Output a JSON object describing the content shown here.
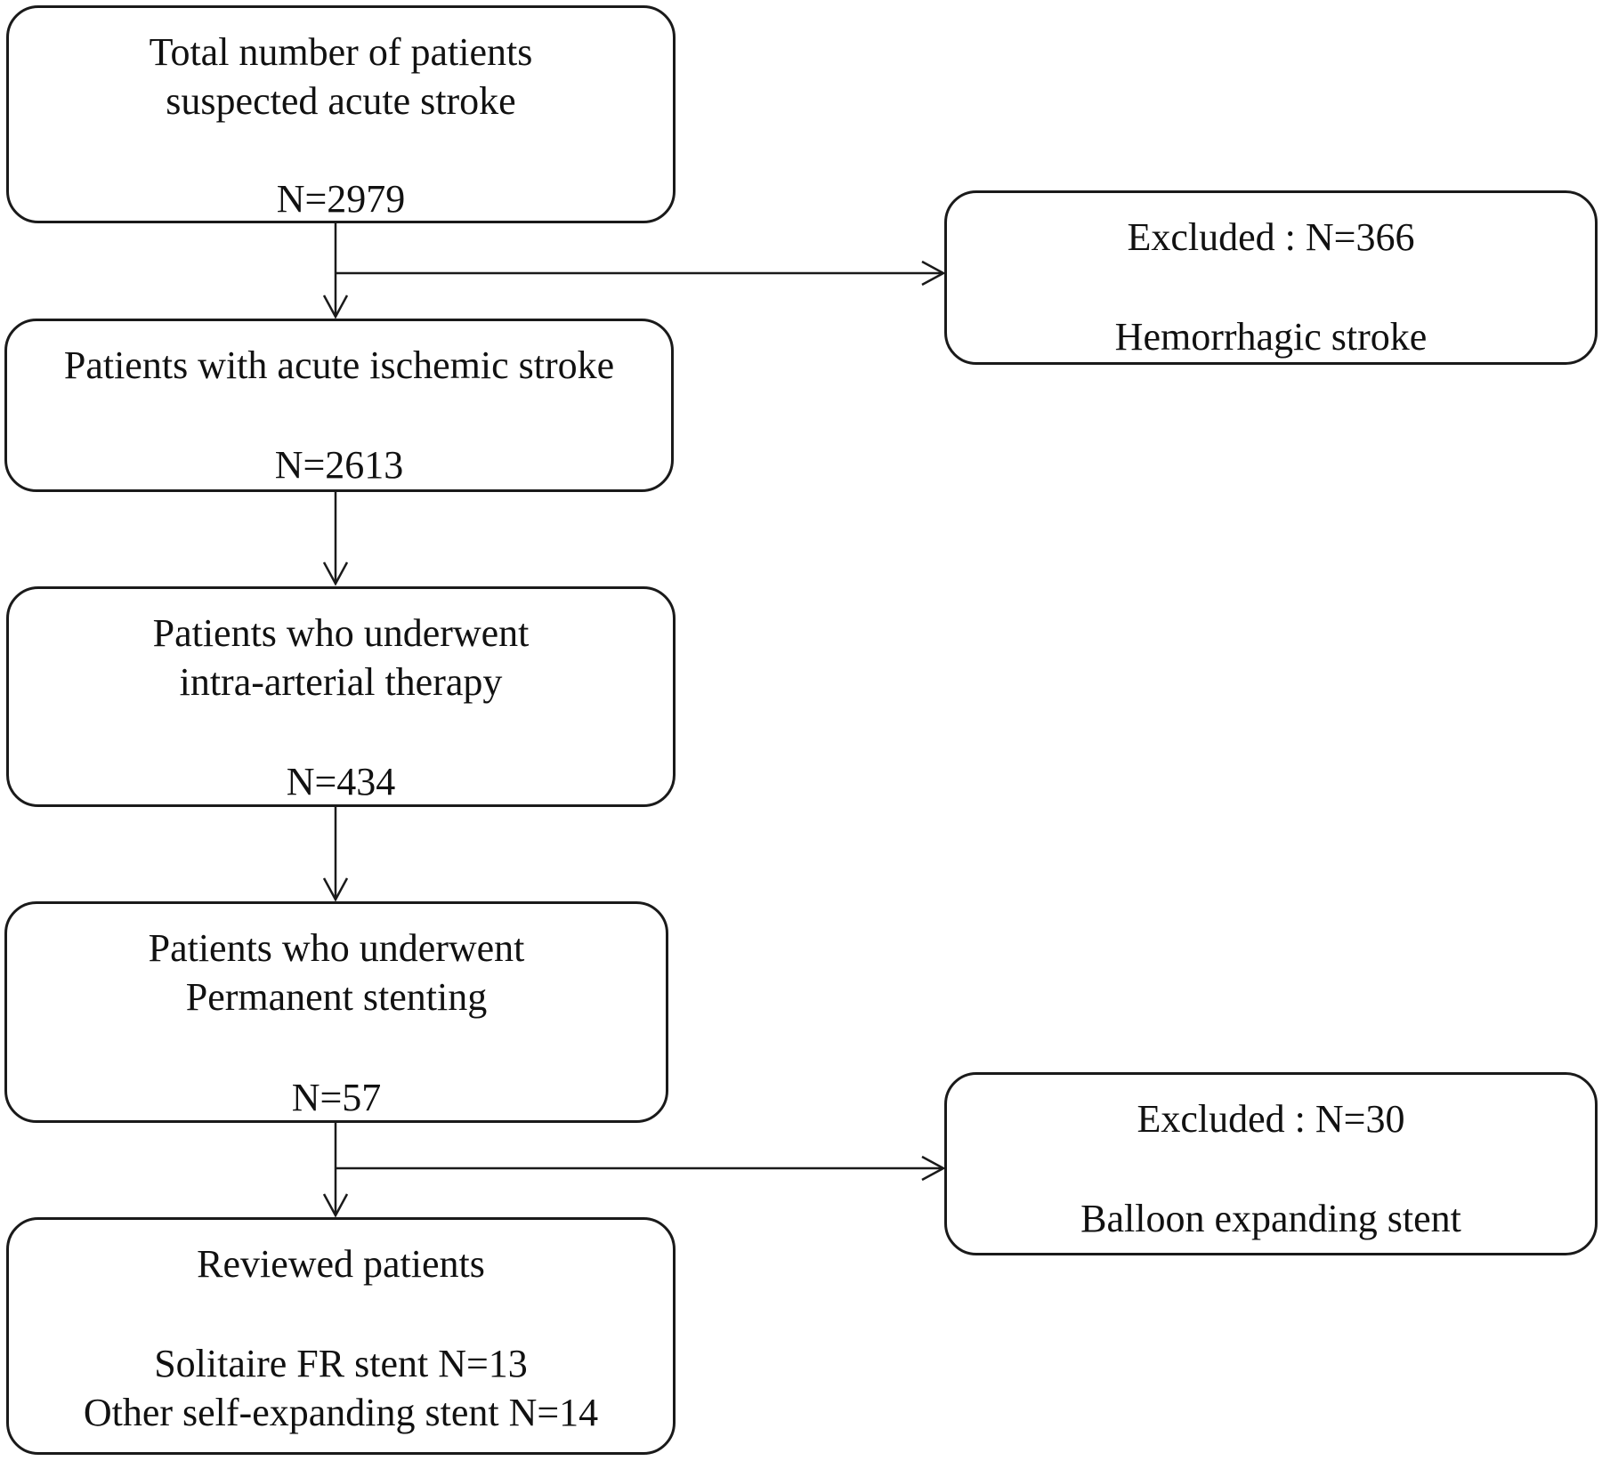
{
  "flowchart": {
    "boxes": {
      "total": {
        "line1": "Total number of patients",
        "line2": "suspected acute stroke",
        "count": "N=2979"
      },
      "excluded_hemorrhagic": {
        "line1": "Excluded : N=366",
        "line2": "Hemorrhagic stroke"
      },
      "ischemic": {
        "line1": "Patients with acute ischemic stroke",
        "count": "N=2613"
      },
      "intra_arterial": {
        "line1": "Patients who underwent",
        "line2": "intra-arterial therapy",
        "count": "N=434"
      },
      "stenting": {
        "line1": "Patients who underwent",
        "line2": "Permanent stenting",
        "count": "N=57"
      },
      "excluded_balloon": {
        "line1": "Excluded : N=30",
        "line2": "Balloon expanding stent"
      },
      "reviewed": {
        "line1": "Reviewed patients",
        "line2": "Solitaire FR stent N=13",
        "line3": "Other self-expanding stent N=14"
      }
    },
    "colors": {
      "stroke": "#1a1a1a",
      "background": "#ffffff"
    }
  }
}
